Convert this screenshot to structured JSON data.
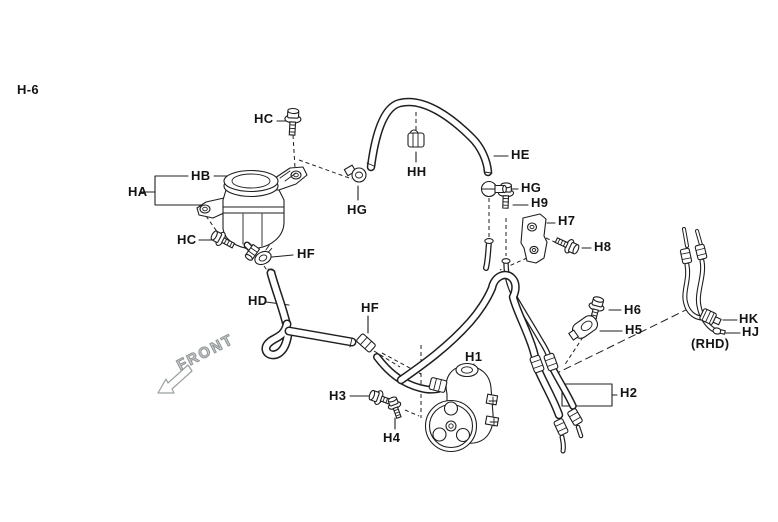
{
  "diagram": {
    "ref": "H-6",
    "front_label": "FRONT",
    "variant_note": "(RHD)",
    "colors": {
      "background": "#ffffff",
      "line": "#1f1f1f",
      "front_arrow": "#9a9f9f",
      "label_text": "#141414"
    },
    "callouts": {
      "ha": "HA",
      "hb": "HB",
      "hc_top": "HC",
      "hc_left": "HC",
      "hd": "HD",
      "he": "HE",
      "hf_upper": "HF",
      "hf_mid": "HF",
      "hg_left": "HG",
      "hg_right": "HG",
      "hh": "HH",
      "h1": "H1",
      "h2": "H2",
      "h3": "H3",
      "h4": "H4",
      "h5": "H5",
      "h6": "H6",
      "h7": "H7",
      "h8": "H8",
      "h9": "H9",
      "hj": "HJ",
      "hk": "HK"
    }
  }
}
